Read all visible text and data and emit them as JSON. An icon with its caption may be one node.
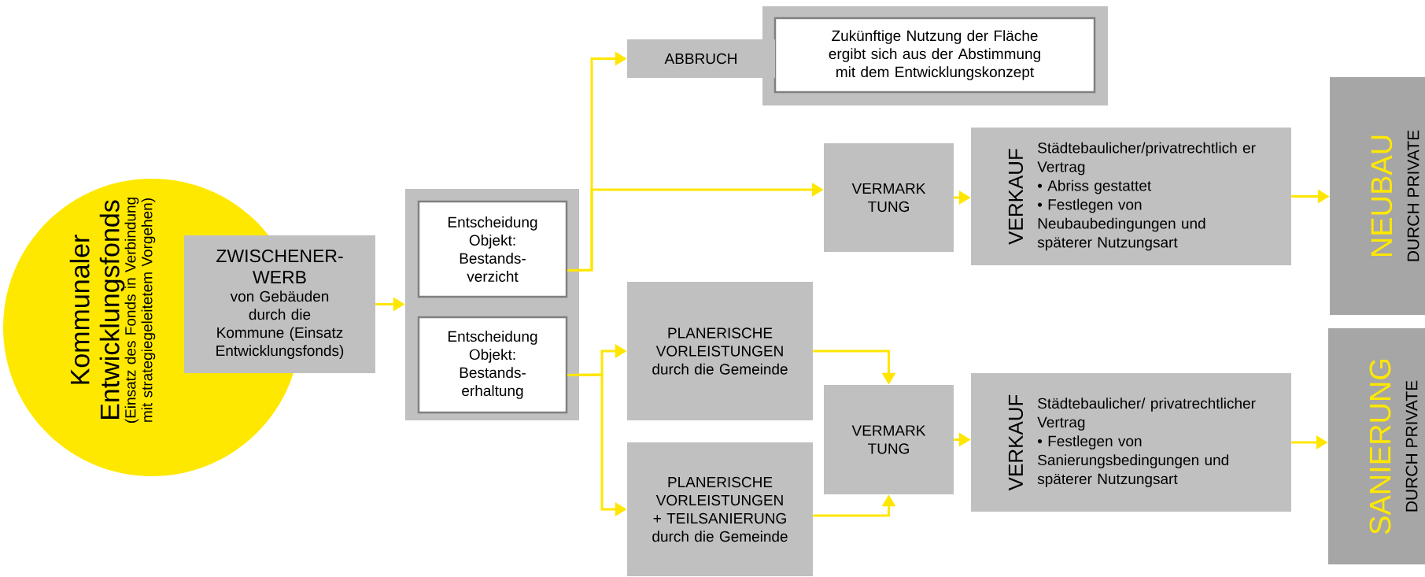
{
  "diagram": {
    "nodes": [
      {
        "text": [
          "Kommunaler Entwicklungsfonds",
          "(Einsatz des Fonds in Verbindung mit strategiegeleitetem Vorgehen)"
        ]
      },
      {
        "text": [
          "ZWISCHENER- WERB",
          "von Gebäuden durch die Kommune (Einsatz Entwicklungsfonds)"
        ]
      },
      {
        "text": [],
        "shape": "box"
      },
      {
        "text": [
          "Entscheidung Objekt: Bestands- verzicht"
        ],
        "in": 2
      },
      {
        "text": [
          "Entscheidung Objekt: Bestands- erhaltung"
        ],
        "in": 2
      },
      {
        "text": [
          "ABBRUCH"
        ]
      },
      {
        "text": [],
        "shape": "box"
      },
      {
        "text": [
          "Zukünftige Nutzung der Fläche ergibt sich aus der Abstimmung mit dem Entwicklungskonzept"
        ],
        "in": 6
      },
      {
        "text": [
          "VERMARK TUNG"
        ]
      },
      {
        "text": [
          "VERKAUF",
          "Städtebaulicher/privatrechtlich er Vertrag",
          "• Abriss gestattet",
          "• Festlegen von Neubaubedingungen und späterer Nutzungsart"
        ]
      },
      {
        "text": [
          "NEUBAU",
          "DURCH PRIVATE"
        ]
      },
      {
        "text": [
          "PLANERISCHE VORLEISTUNGEN durch die Gemeinde"
        ]
      },
      {
        "text": [
          "PLANERISCHE VORLEISTUNGEN + TEILSANIERUNG durch die Gemeinde"
        ]
      },
      {
        "text": [
          "VERMARK TUNG"
        ]
      },
      {
        "text": [
          "VERKAUF",
          "Städtebaulicher/ privatrechtlicher Vertrag",
          "• Festlegen von Sanierungsbedingungen und späterer Nutzungsart"
        ]
      },
      {
        "text": [
          "SANIERUNG",
          "DURCH PRIVATE"
        ]
      }
    ],
    "edges": [
      {
        "from": 1,
        "to": 2,
        "arrow": "to"
      },
      {
        "from": 3,
        "to": 5,
        "arrow": "to"
      },
      {
        "from": 3,
        "to": 8,
        "arrow": "to"
      },
      {
        "from": 4,
        "to": 11,
        "arrow": "to"
      },
      {
        "from": 4,
        "to": 12,
        "arrow": "to"
      },
      {
        "from": 11,
        "to": 13,
        "arrow": "to"
      },
      {
        "from": 12,
        "to": 13,
        "arrow": "to"
      },
      {
        "from": 8,
        "to": 9,
        "arrow": "to"
      },
      {
        "from": 9,
        "to": 10,
        "arrow": "to"
      },
      {
        "from": 13,
        "to": 14,
        "arrow": "to"
      },
      {
        "from": 14,
        "to": 15,
        "arrow": "to"
      }
    ]
  }
}
